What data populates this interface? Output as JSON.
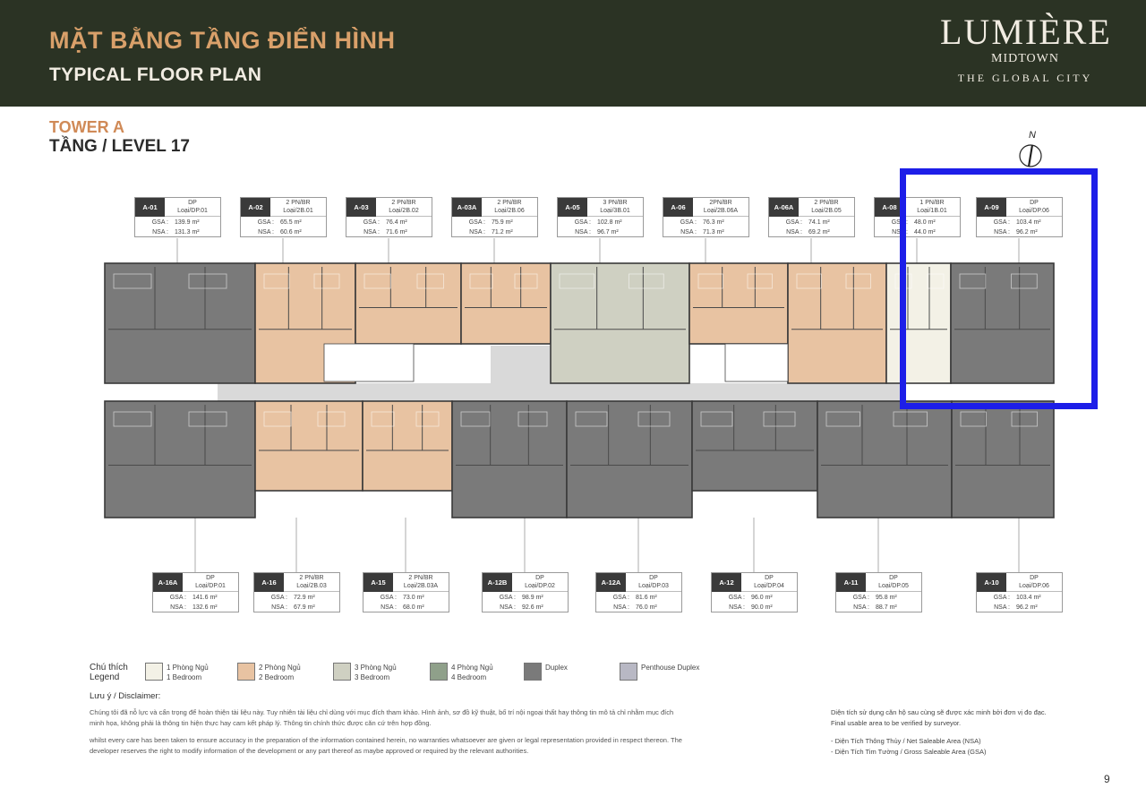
{
  "header": {
    "title_vn": "MẶT BẰNG TẦNG ĐIỂN HÌNH",
    "title_en": "TYPICAL FLOOR PLAN",
    "logo_main": "LUMIÈRE",
    "logo_sub": "MIDTOWN",
    "logo_tag": "THE GLOBAL CITY"
  },
  "tower": "TOWER A",
  "level": "TẦNG / LEVEL 17",
  "north_label": "N",
  "labels": {
    "gsa": "GSA :",
    "nsa": "NSA :"
  },
  "top_units": [
    {
      "code": "A-01",
      "type1": "DP",
      "type2": "Loại/DP.01",
      "gsa": "139.9 m²",
      "nsa": "131.3 m²"
    },
    {
      "code": "A-02",
      "type1": "2 PN/BR",
      "type2": "Loại/2B.01",
      "gsa": "65.5 m²",
      "nsa": "60.6 m²"
    },
    {
      "code": "A-03",
      "type1": "2 PN/BR",
      "type2": "Loại/2B.02",
      "gsa": "76.4 m²",
      "nsa": "71.6 m²"
    },
    {
      "code": "A-03A",
      "type1": "2 PN/BR",
      "type2": "Loại/2B.06",
      "gsa": "75.9 m²",
      "nsa": "71.2 m²"
    },
    {
      "code": "A-05",
      "type1": "3 PN/BR",
      "type2": "Loại/3B.01",
      "gsa": "102.8 m²",
      "nsa": "96.7 m²"
    },
    {
      "code": "A-06",
      "type1": "2PN/BR",
      "type2": "Loại/2B.06A",
      "gsa": "76.3 m²",
      "nsa": "71.3 m²"
    },
    {
      "code": "A-06A",
      "type1": "2 PN/BR",
      "type2": "Loại/2B.05",
      "gsa": "74.1 m²",
      "nsa": "69.2 m²"
    },
    {
      "code": "A-08",
      "type1": "1 PN/BR",
      "type2": "Loại/1B.01",
      "gsa": "48.0 m²",
      "nsa": "44.0 m²"
    },
    {
      "code": "A-09",
      "type1": "DP",
      "type2": "Loại/DP.06",
      "gsa": "103.4 m²",
      "nsa": "96.2 m²"
    }
  ],
  "bottom_units": [
    {
      "code": "A-16A",
      "type1": "DP",
      "type2": "Loại/DP.01",
      "gsa": "141.6 m²",
      "nsa": "132.6 m²"
    },
    {
      "code": "A-16",
      "type1": "2 PN/BR",
      "type2": "Loại/2B.03",
      "gsa": "72.9 m²",
      "nsa": "67.9 m²"
    },
    {
      "code": "A-15",
      "type1": "2 PN/BR",
      "type2": "Loại/2B.03A",
      "gsa": "73.0 m²",
      "nsa": "68.0 m²"
    },
    {
      "code": "A-12B",
      "type1": "DP",
      "type2": "Loại/DP.02",
      "gsa": "98.9 m²",
      "nsa": "92.6 m²"
    },
    {
      "code": "A-12A",
      "type1": "DP",
      "type2": "Loại/DP.03",
      "gsa": "81.6 m²",
      "nsa": "76.0 m²"
    },
    {
      "code": "A-12",
      "type1": "DP",
      "type2": "Loại/DP.04",
      "gsa": "96.0 m²",
      "nsa": "90.0 m²"
    },
    {
      "code": "A-11",
      "type1": "DP",
      "type2": "Loại/DP.05",
      "gsa": "95.8 m²",
      "nsa": "88.7 m²"
    },
    {
      "code": "A-10",
      "type1": "DP",
      "type2": "Loại/DP.06",
      "gsa": "103.4 m²",
      "nsa": "96.2 m²"
    }
  ],
  "legend": {
    "title_vn": "Chú thích",
    "title_en": "Legend",
    "items": [
      {
        "vn": "1 Phòng Ngủ",
        "en": "1 Bedroom",
        "color": "#f3f1e6"
      },
      {
        "vn": "2 Phòng Ngủ",
        "en": "2 Bedroom",
        "color": "#e8c3a2"
      },
      {
        "vn": "3 Phòng Ngủ",
        "en": "3 Bedroom",
        "color": "#cfd0c2"
      },
      {
        "vn": "4 Phòng Ngủ",
        "en": "4 Bedroom",
        "color": "#8fa08a"
      },
      {
        "vn": "Duplex",
        "en": "",
        "color": "#7a7a7a"
      },
      {
        "vn": "Penthouse Duplex",
        "en": "",
        "color": "#b8b8c4"
      }
    ]
  },
  "disclaimer": {
    "title": "Lưu ý / Disclaimer:",
    "vn_line1": "Chúng tôi đã nỗ lực và cẩn trọng để hoàn thiện tài liệu này. Tuy nhiên tài liệu chỉ dùng với mục đích tham khảo. Hình ảnh, sơ đồ kỹ thuật, bố trí nội ngoại thất hay thông tin mô tả chỉ nhằm mục đích",
    "vn_line2": "minh họa, không phải là thông tin hiện thực hay cam kết pháp lý. Thông tin chính thức được căn cứ trên hợp đồng.",
    "en_line1": "whilst every care has been taken to ensure accuracy in the preparation of the information contained herein, no warranties whatsoever are given or legal representation provided in respect thereon. The",
    "en_line2": "developer reserves the right to modify information of the development or any part thereof as maybe approved or required by the relevant authorities."
  },
  "area_note": {
    "vn": "Diện tích sử dụng căn hộ sau cùng sẽ được xác minh bởi đơn vị đo đạc.",
    "en": "Final usable area to be verified by surveyor.",
    "nsa": "- Diện Tích Thông Thủy / Net Saleable Area (NSA)",
    "gsa": "- Diện Tích Tim Tường / Gross Saleable Area (GSA)"
  },
  "page_number": "9",
  "colors": {
    "header_bg": "#2b3324",
    "title_accent": "#d9a06a",
    "duplex": "#7a7a7a",
    "two_bed": "#e8c3a2",
    "three_bed": "#cfd0c2",
    "one_bed": "#f3f1e6",
    "corridor": "#d6d6d6",
    "highlight": "#1d1ee8"
  }
}
